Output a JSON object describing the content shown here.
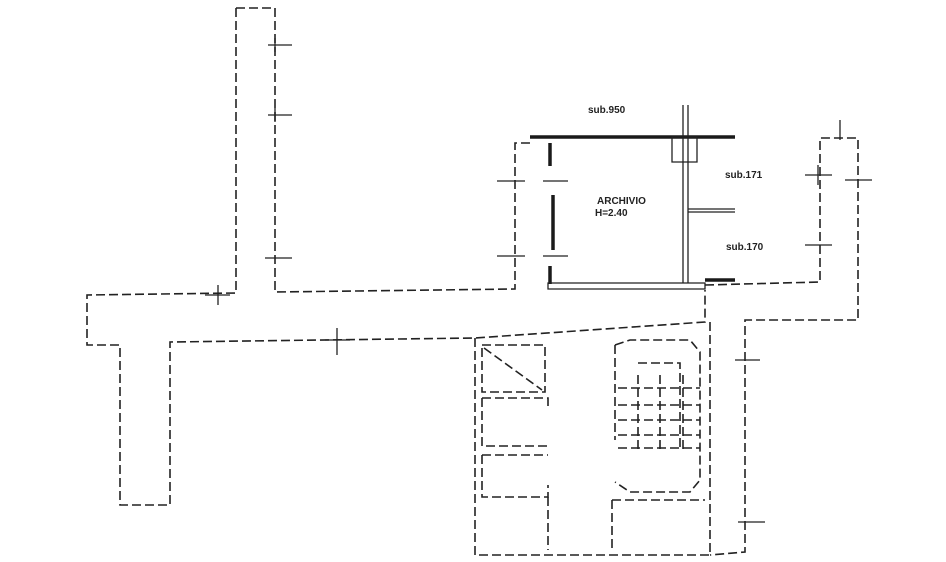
{
  "labels": {
    "sub_950": "sub.950",
    "sub_171": "sub.171",
    "sub_170": "sub.170",
    "room_name": "ARCHIVIO",
    "room_height": "H=2.40"
  }
}
